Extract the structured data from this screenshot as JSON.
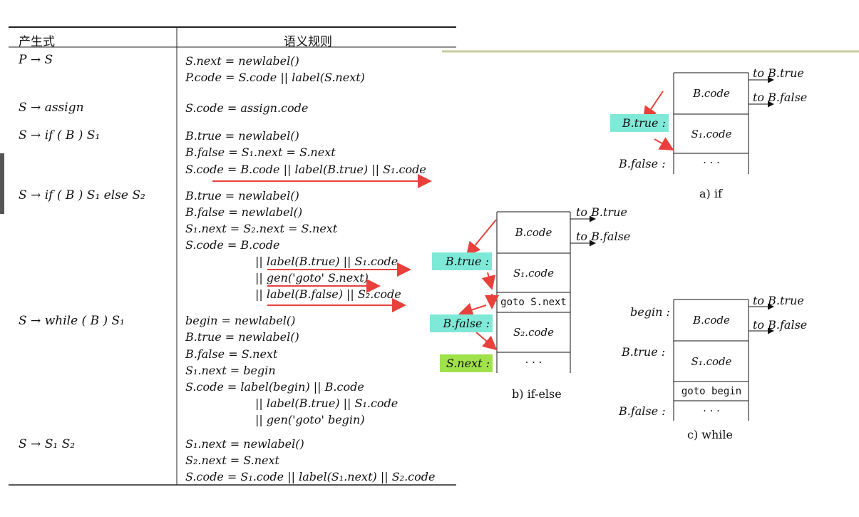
{
  "table": {
    "header_left": "产生式",
    "header_right": "语义规则",
    "rows": [
      {
        "prod": "P → S",
        "rules": [
          "S.next = newlabel()",
          "P.code = S.code || label(S.next)"
        ]
      },
      {
        "prod": "S → assign",
        "rules": [
          "S.code = assign.code"
        ]
      },
      {
        "prod": "S → if ( B ) S₁",
        "rules": [
          "B.true = newlabel()",
          "B.false = S₁.next = S.next",
          "S.code = B.code || label(B.true) || S₁.code"
        ]
      },
      {
        "prod": "S → if ( B ) S₁ else S₂",
        "rules": [
          "B.true = newlabel()",
          "B.false = newlabel()",
          "S₁.next = S₂.next = S.next",
          "S.code = B.code",
          "|| label(B.true) || S₁.code",
          "|| gen('goto' S.next)",
          "|| label(B.false) || S₂.code"
        ]
      },
      {
        "prod": "S → while ( B ) S₁",
        "rules": [
          "begin = newlabel()",
          "B.true = newlabel()",
          "B.false = S.next",
          "S₁.next = begin",
          "S.code = label(begin) || B.code",
          "|| label(B.true) || S₁.code",
          "|| gen('goto' begin)"
        ]
      },
      {
        "prod": "S → S₁ S₂",
        "rules": [
          "S₁.next = newlabel()",
          "S₂.next = S.next",
          "S.code = S₁.code || label(S₁.next) || S₂.code"
        ]
      }
    ]
  },
  "diagram_if": {
    "caption": "a) if",
    "out_true": "to B.true",
    "out_false": "to B.false",
    "cells": [
      "B.code",
      "S₁.code",
      "· · ·"
    ],
    "labels": {
      "btrue": "B.true :",
      "bfalse": "B.false :"
    }
  },
  "diagram_ifelse": {
    "caption": "b) if-else",
    "out_true": "to B.true",
    "out_false": "to B.false",
    "cells": [
      "B.code",
      "S₁.code",
      "goto S.next",
      "S₂.code",
      "· · ·"
    ],
    "labels": {
      "btrue": "B.true :",
      "bfalse": "B.false :",
      "snext": "S.next :"
    }
  },
  "diagram_while": {
    "caption": "c) while",
    "out_true": "to B.true",
    "out_false": "to B.false",
    "cells": [
      "B.code",
      "S₁.code",
      "goto begin",
      "· · ·"
    ],
    "labels": {
      "begin": "begin :",
      "btrue": "B.true :",
      "bfalse": "B.false :"
    }
  },
  "colors": {
    "arrow": "#e8413c",
    "highlight_cyan": "#7fe9d8",
    "highlight_green": "#9fe24a"
  }
}
